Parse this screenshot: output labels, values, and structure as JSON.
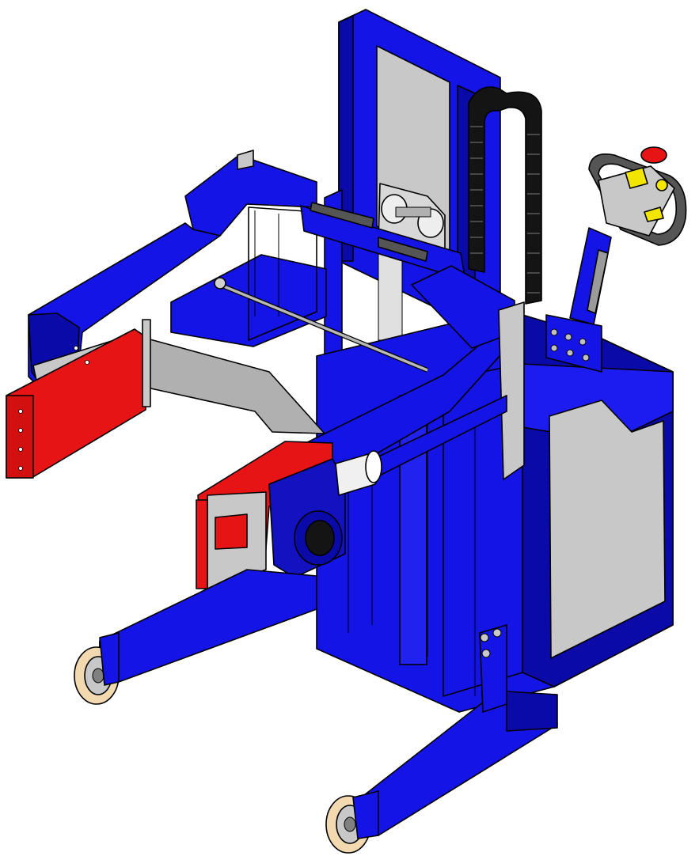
{
  "colors": {
    "frame_blue": "#1414e6",
    "frame_blue_dark": "#0a0aa8",
    "frame_blue_light": "#3c3cff",
    "clamp_red": "#e61414",
    "panel_grey": "#c8c8c8",
    "steel_grey": "#a8a8a8",
    "chain_black": "#141414",
    "wheel_tan": "#f2d9b0",
    "handle_yellow": "#f2e600",
    "background": "#ffffff"
  },
  "parts": [
    "lift-mast",
    "cable-chain",
    "upper-arm-frame",
    "clamp-pad-left",
    "clamp-pad-right",
    "steel-band",
    "gear-motor",
    "chassis-body",
    "side-panel",
    "tiller-arm",
    "tiller-handle",
    "front-leg-left",
    "front-leg-right",
    "wheel-left",
    "wheel-right"
  ]
}
